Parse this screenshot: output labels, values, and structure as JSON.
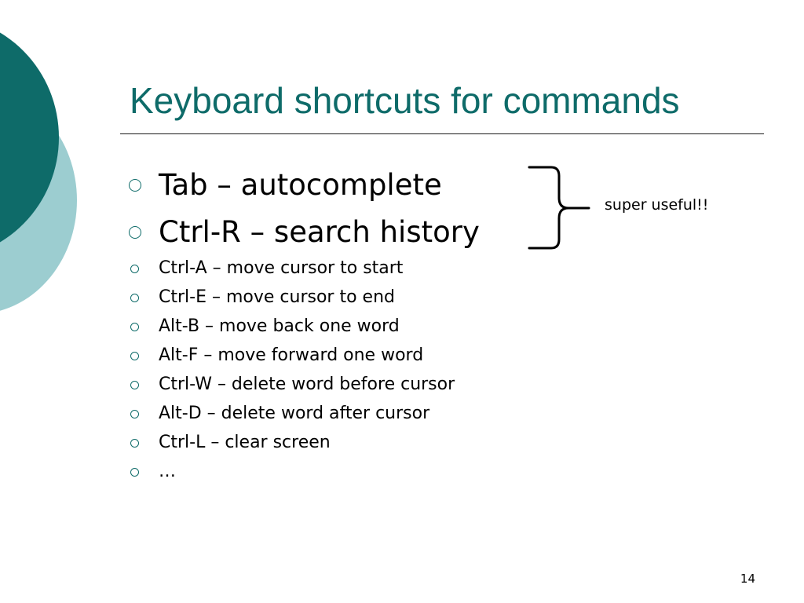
{
  "slide": {
    "title": "Keyboard shortcuts for commands",
    "annotation": "super useful!!",
    "slide_number": "14",
    "accent_color": "#0e6b69",
    "light_accent_color": "#9ccdd0",
    "bullet_icon": "hollow-circle-bullet",
    "bullets": [
      {
        "text": "Tab – autocomplete",
        "size": "large"
      },
      {
        "text": "Ctrl-R – search history",
        "size": "large"
      },
      {
        "text": "Ctrl-A – move cursor to start",
        "size": "small"
      },
      {
        "text": "Ctrl-E – move cursor to end",
        "size": "small"
      },
      {
        "text": "Alt-B – move back one word",
        "size": "small"
      },
      {
        "text": "Alt-F – move forward one word",
        "size": "small"
      },
      {
        "text": "Ctrl-W – delete word before cursor",
        "size": "small"
      },
      {
        "text": "Alt-D – delete word after cursor",
        "size": "small"
      },
      {
        "text": "Ctrl-L – clear screen",
        "size": "small"
      },
      {
        "text": "…",
        "size": "small"
      }
    ]
  }
}
